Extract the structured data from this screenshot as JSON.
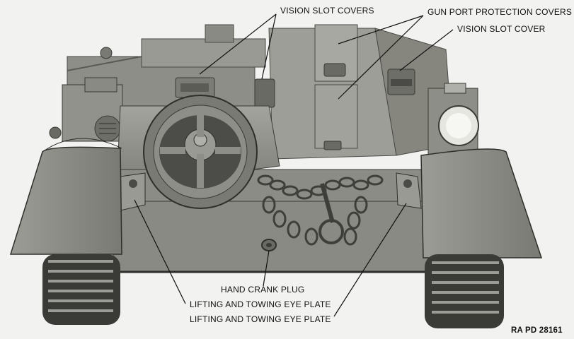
{
  "figure": {
    "callouts": {
      "vision_slot_covers": "VISION SLOT COVERS",
      "gun_port_protection_covers": "GUN PORT PROTECTION COVERS",
      "vision_slot_cover": "VISION SLOT COVER",
      "hand_crank_plug": "HAND CRANK PLUG",
      "lifting_towing_eye_plate_1": "LIFTING AND TOWING EYE PLATE",
      "lifting_towing_eye_plate_2": "LIFTING AND TOWING EYE PLATE"
    },
    "reference_number": "RA PD 28161"
  },
  "colors": {
    "paper": "#f2f2f0",
    "hull": "#8a8a84",
    "hull_dark": "#5a5a55",
    "hull_light": "#b8b8b2",
    "track": "#3a3a36"
  }
}
